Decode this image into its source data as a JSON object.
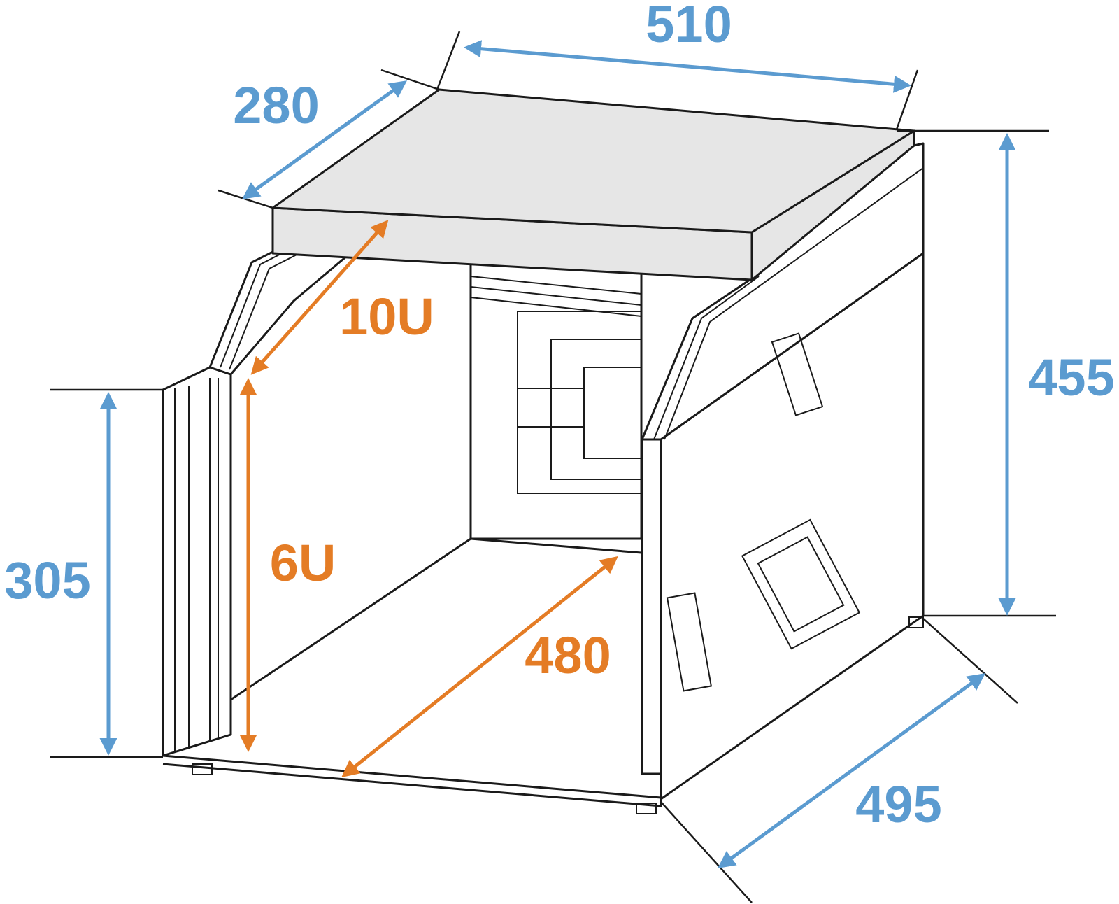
{
  "colors": {
    "outer_dimension": "#5b9bd0",
    "inner_dimension": "#e47c25",
    "lid": "#e6e6e6"
  },
  "outer_dimensions": {
    "width": "510",
    "lid_depth": "280",
    "total_height": "455",
    "front_height": "305",
    "depth": "495"
  },
  "inner_dimensions": {
    "upper_rack": "10U",
    "lower_rack": "6U",
    "rack_depth": "480"
  }
}
